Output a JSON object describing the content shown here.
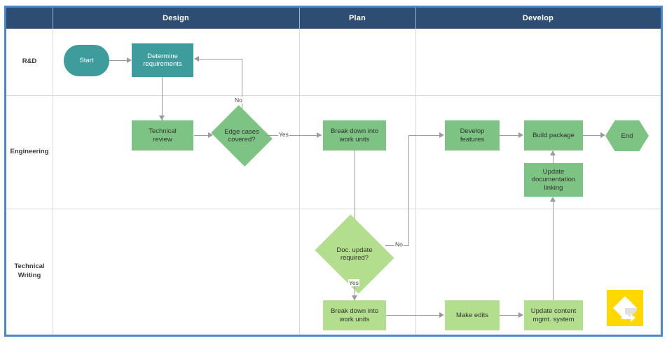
{
  "diagram": {
    "title": "Swimlane flowchart",
    "accent_border": "#4a86c8",
    "header_bg": "#2e4d72",
    "colors": {
      "teal": "#3f9c9c",
      "green": "#7dc383",
      "light_green": "#b3de8e",
      "badge": "#ffd800"
    }
  },
  "columns": [
    {
      "label": "Design"
    },
    {
      "label": "Plan"
    },
    {
      "label": "Develop"
    }
  ],
  "lanes": [
    {
      "label": "R&D"
    },
    {
      "label": "Engineering"
    },
    {
      "label": "Technical\nWriting"
    },
    {
      "label_line1": "Technical",
      "label_line2": "Writing"
    }
  ],
  "nodes": {
    "start": "Start",
    "determine_requirements": "Determine\nrequirements",
    "determine_requirements_l1": "Determine",
    "determine_requirements_l2": "requirements",
    "technical_review_l1": "Technical",
    "technical_review_l2": "review",
    "edge_cases_l1": "Edge cases",
    "edge_cases_l2": "covered?",
    "break_down_eng_l1": "Break down into",
    "break_down_eng_l2": "work units",
    "develop_features_l1": "Develop",
    "develop_features_l2": "features",
    "build_package": "Build package",
    "end": "End",
    "update_doc_l1": "Update",
    "update_doc_l2": "documentation",
    "update_doc_l3": "linking",
    "doc_update_l1": "Doc. update",
    "doc_update_l2": "required?",
    "break_down_tw_l1": "Break down into",
    "break_down_tw_l2": "work units",
    "make_edits": "Make edits",
    "update_cms_l1": "Update content",
    "update_cms_l2": "mgmt. system"
  },
  "edge_labels": {
    "edge_cases_no": "No",
    "edge_cases_yes": "Yes",
    "doc_update_no": "No",
    "doc_update_yes": "Yes"
  }
}
